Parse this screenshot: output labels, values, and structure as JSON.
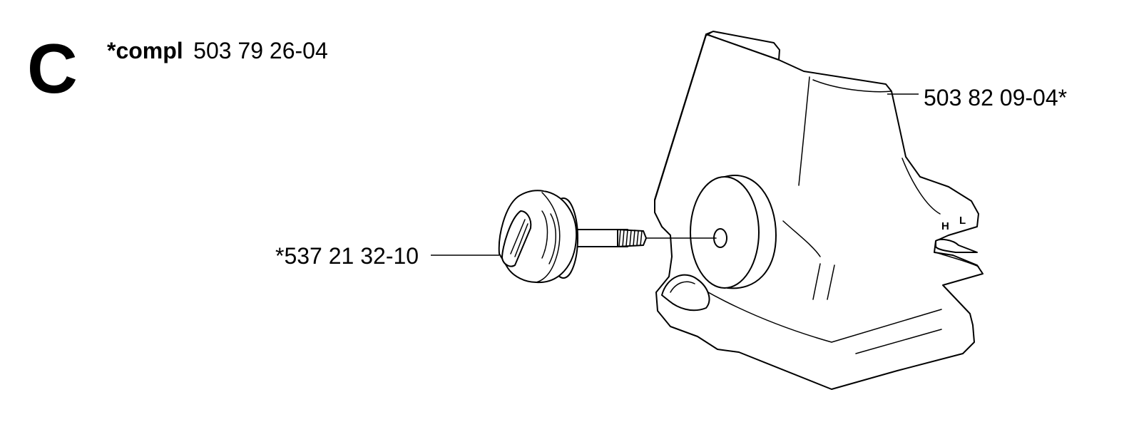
{
  "section": {
    "letter": "C"
  },
  "assembly": {
    "prefix": "*compl",
    "part_number": "503 79 26-04"
  },
  "callouts": {
    "cover": "503 82 09-04*",
    "knob": "*537 21 32-10"
  },
  "cover_markings": {
    "high": "H",
    "low": "L"
  }
}
